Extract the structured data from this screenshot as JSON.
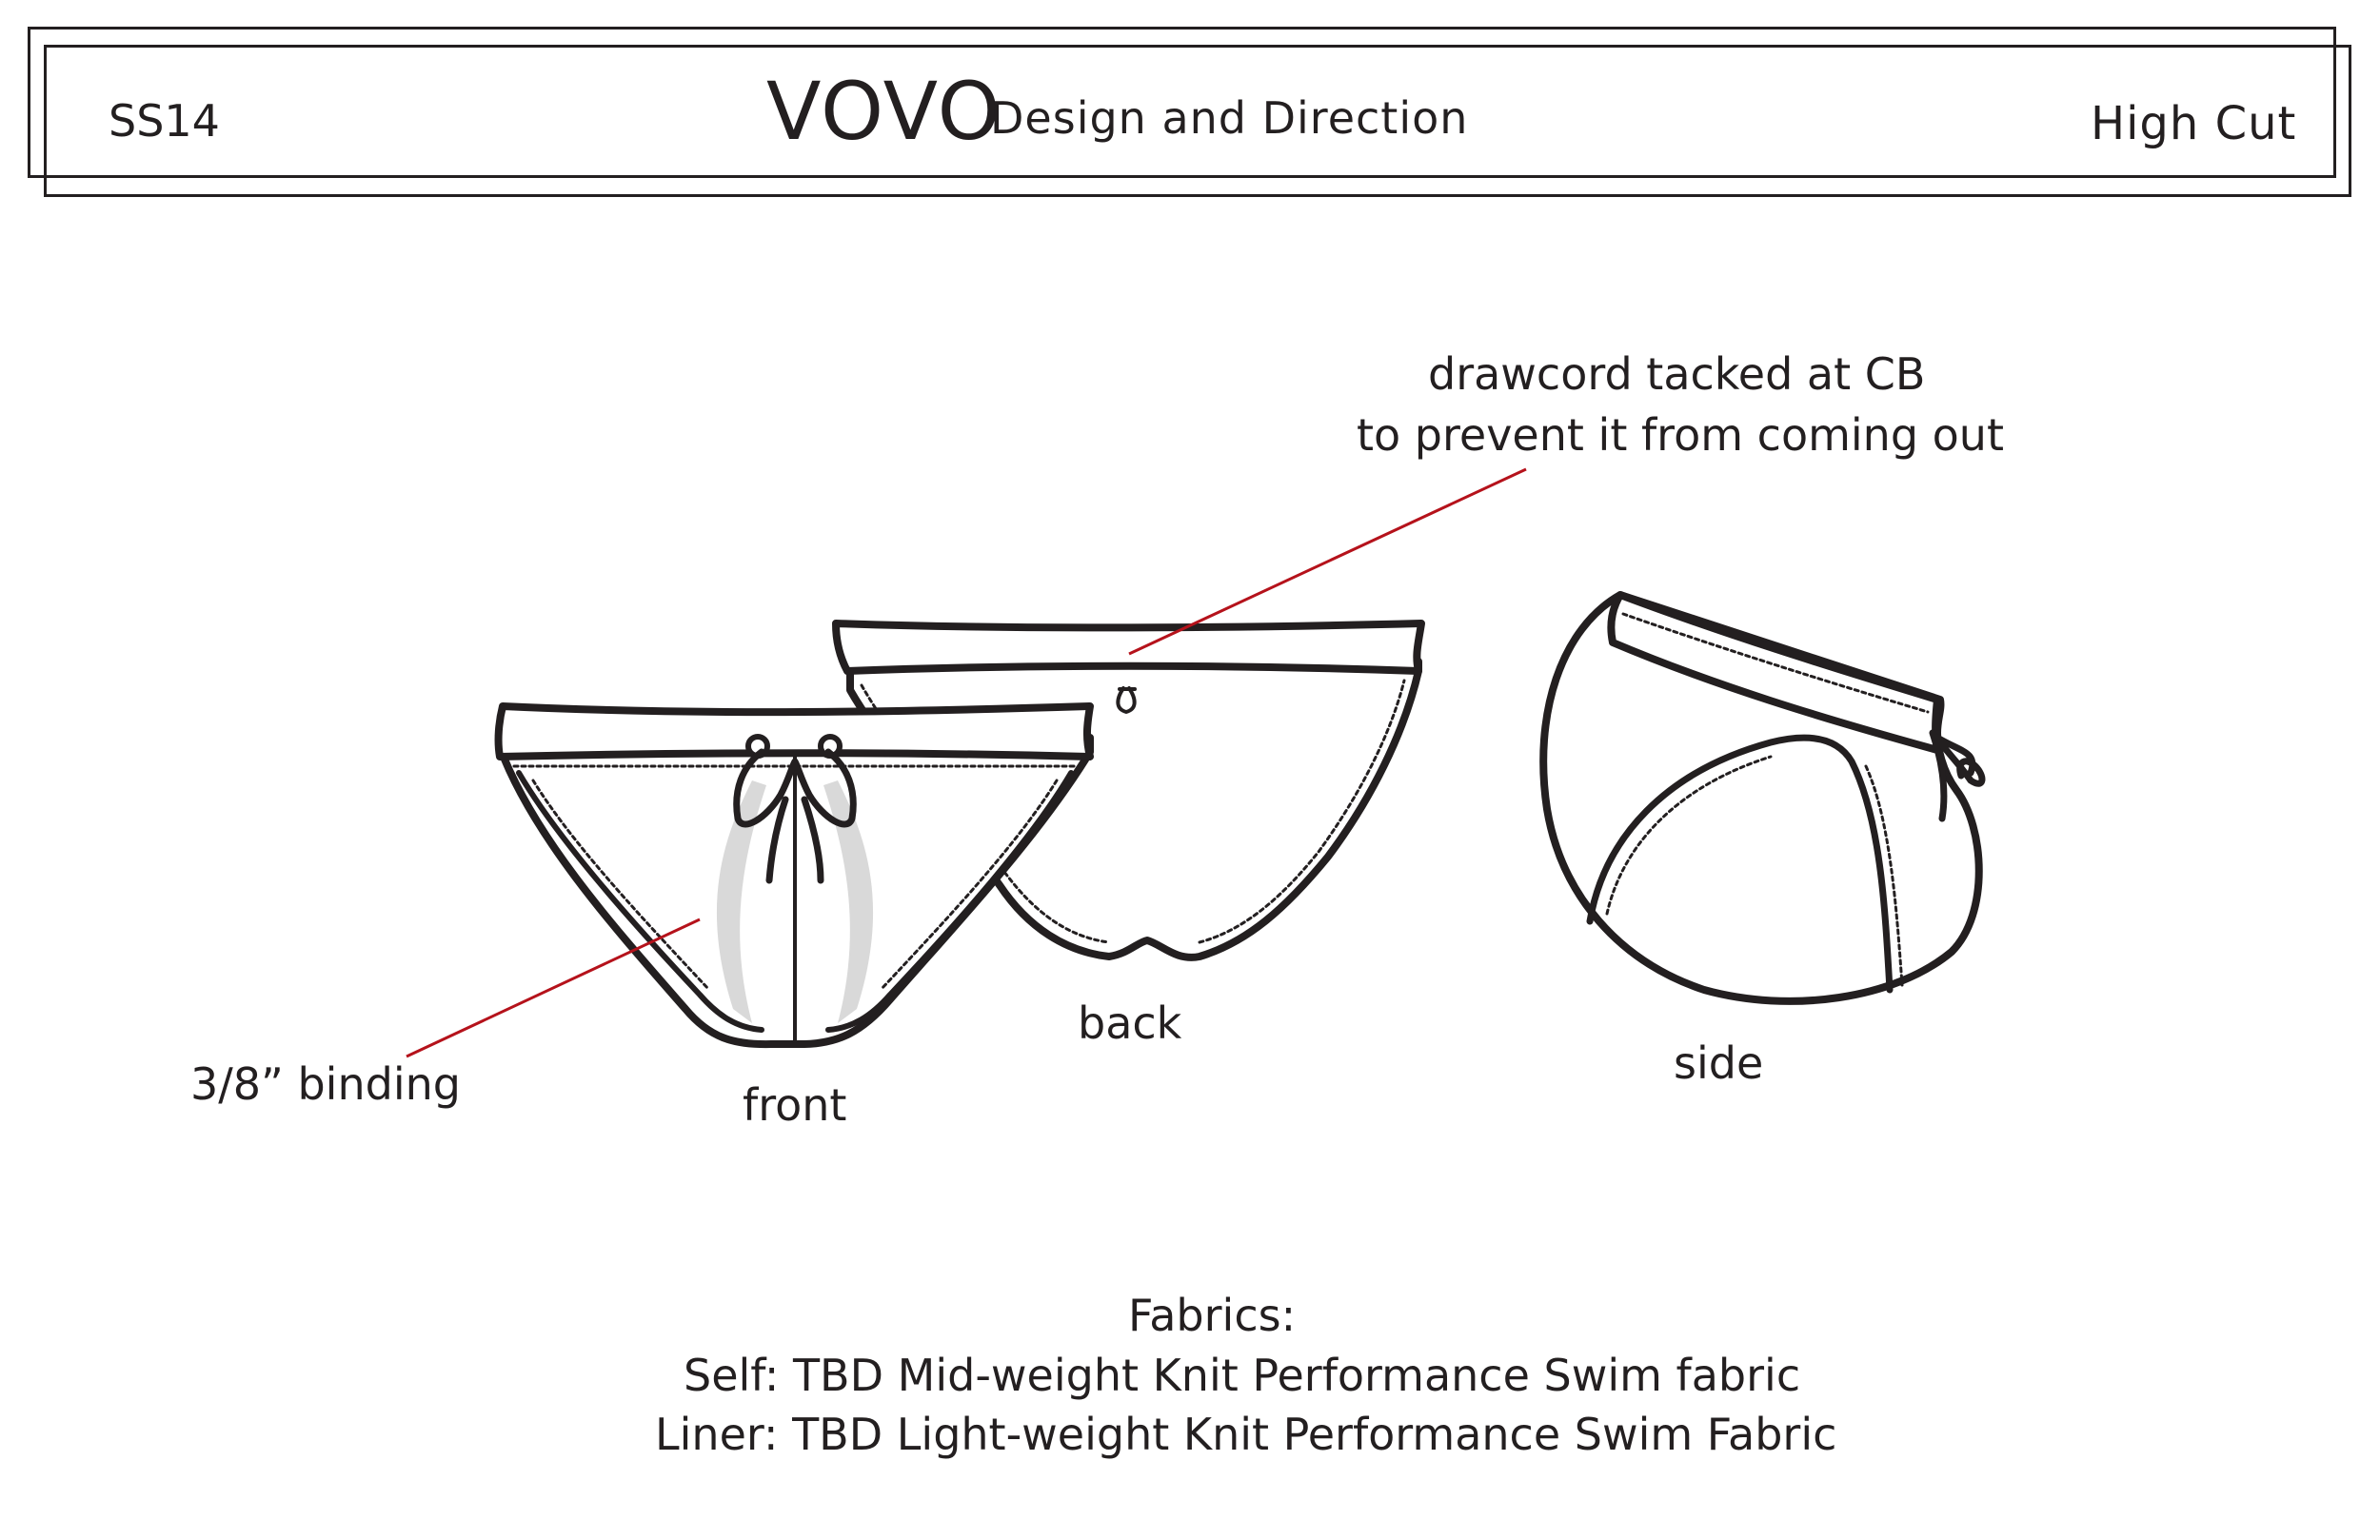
{
  "header": {
    "season": "SS14",
    "brand": "VOVO",
    "tagline": "Design and Direction",
    "style_name": "High Cut"
  },
  "callouts": {
    "drawcord_line1": "drawcord tacked at CB",
    "drawcord_line2": "to prevent it from coming out",
    "binding": "3/8” binding"
  },
  "views": {
    "front": "front",
    "back": "back",
    "side": "side"
  },
  "fabrics": {
    "heading": "Fabrics:",
    "self": "Self: TBD Mid-weight Knit Performance Swim fabric",
    "liner": "Liner: TBD Light-weight Knit Performance Swim Fabric"
  },
  "colors": {
    "ink": "#231f20",
    "callout_line": "#b5121b",
    "liner_fill": "#d9d9d9"
  }
}
